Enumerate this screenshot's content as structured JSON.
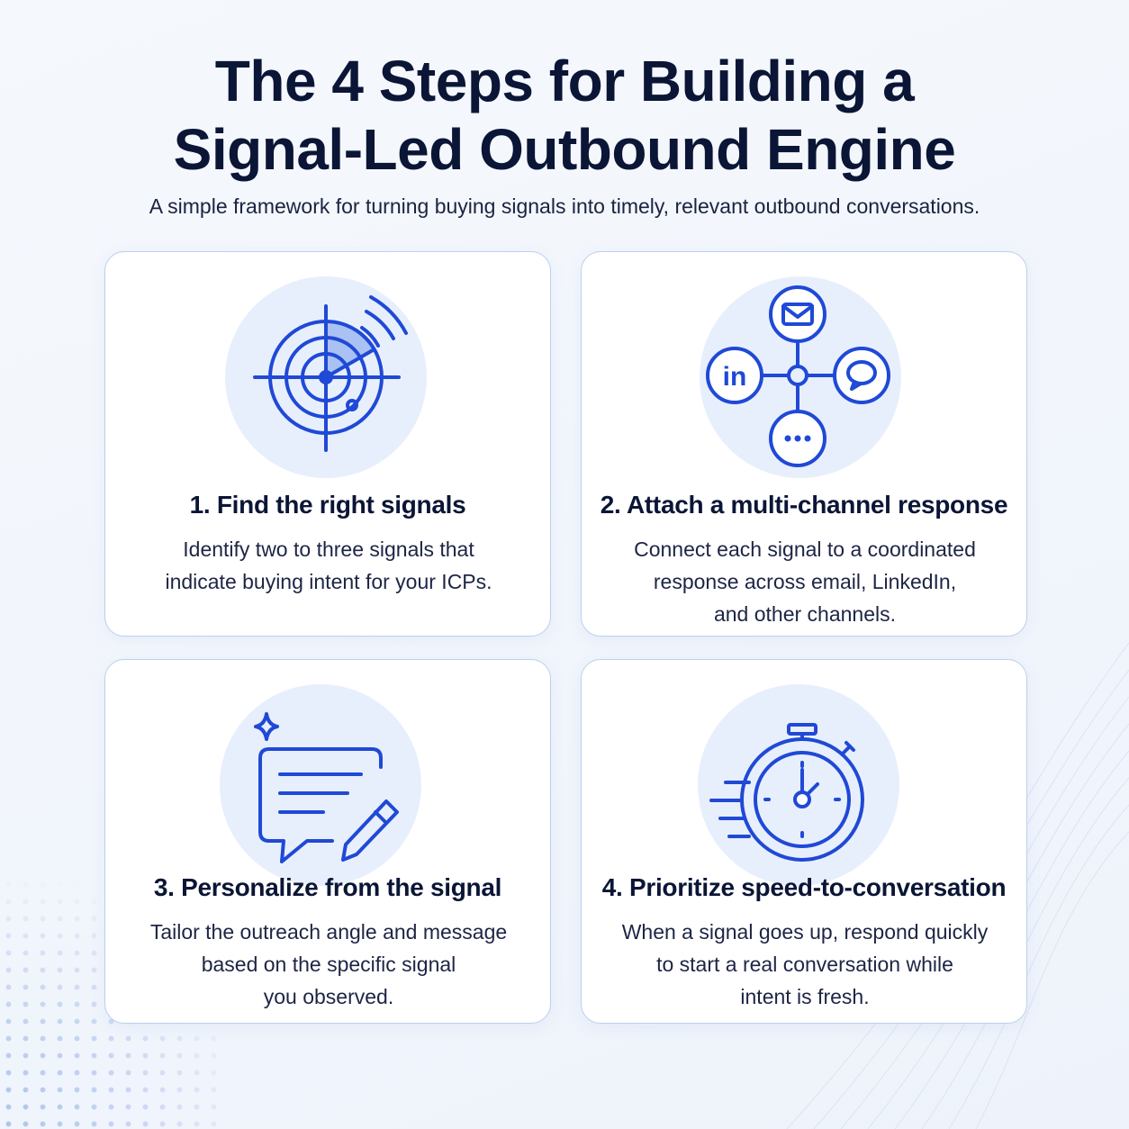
{
  "header": {
    "title_line1": "The 4 Steps for Building a",
    "title_line2": "Signal-Led Outbound Engine",
    "subtitle": "A simple framework for turning buying signals into timely, relevant outbound conversations."
  },
  "colors": {
    "accent": "#1f49d6",
    "icon_circle": "#e8effc",
    "card_border": "#bcd0ee",
    "title_text": "#0b1536"
  },
  "steps": [
    {
      "title": "1. Find the right signals",
      "desc_lines": [
        "Identify two to three signals that",
        "indicate buying intent for your ICPs."
      ],
      "icon": "radar-target-icon"
    },
    {
      "title": "2. Attach a multi-channel response",
      "desc_lines": [
        "Connect each signal to a coordinated",
        "response across email, LinkedIn,",
        "and other channels."
      ],
      "icon": "multi-channel-hub-icon",
      "icon_label": "in"
    },
    {
      "title": "3. Personalize from the signal",
      "desc_lines": [
        "Tailor the outreach angle and message",
        "based on the specific signal",
        "you observed."
      ],
      "icon": "message-pencil-icon"
    },
    {
      "title": "4. Prioritize speed-to-conversation",
      "desc_lines": [
        "When a signal goes up, respond quickly",
        "to start a real conversation while",
        "intent is fresh."
      ],
      "icon": "stopwatch-icon"
    }
  ]
}
